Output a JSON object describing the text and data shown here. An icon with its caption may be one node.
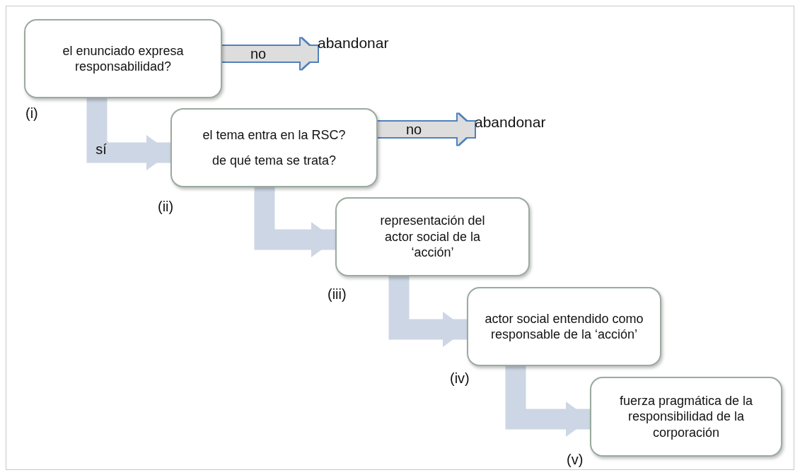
{
  "diagram": {
    "nodes": [
      {
        "text": [
          "el enunciado expresa responsabilidad?"
        ],
        "beside": [
          "(i)"
        ]
      },
      {
        "text": [
          "abandonar"
        ]
      },
      {
        "text": [
          "el tema entra en la RSC?",
          "de qué tema se trata?"
        ],
        "beside": [
          "(ii)"
        ]
      },
      {
        "text": [
          "abandonar"
        ]
      },
      {
        "text": [
          "representación del actor social de la ‘acción’"
        ],
        "beside": [
          "(iii)"
        ]
      },
      {
        "text": [
          "actor social entendido como responsable de la ‘acción’"
        ],
        "beside": [
          "(iv)"
        ]
      },
      {
        "text": [
          "fuerza pragmática de la responsibilidad de la corporación"
        ],
        "beside": [
          "(v)"
        ]
      }
    ],
    "edges": [
      {
        "from": 0,
        "to": 1,
        "arrow": "to",
        "label": "no",
        "color": "#dddddd"
      },
      {
        "from": 2,
        "to": 3,
        "arrow": "to",
        "label": "no",
        "color": "#dddddd"
      },
      {
        "from": 0,
        "to": 2,
        "arrow": "to",
        "label": "sí"
      },
      {
        "from": 2,
        "to": 4,
        "arrow": "to"
      },
      {
        "from": 4,
        "to": 5,
        "arrow": "to"
      },
      {
        "from": 5,
        "to": 6,
        "arrow": "to"
      }
    ]
  }
}
